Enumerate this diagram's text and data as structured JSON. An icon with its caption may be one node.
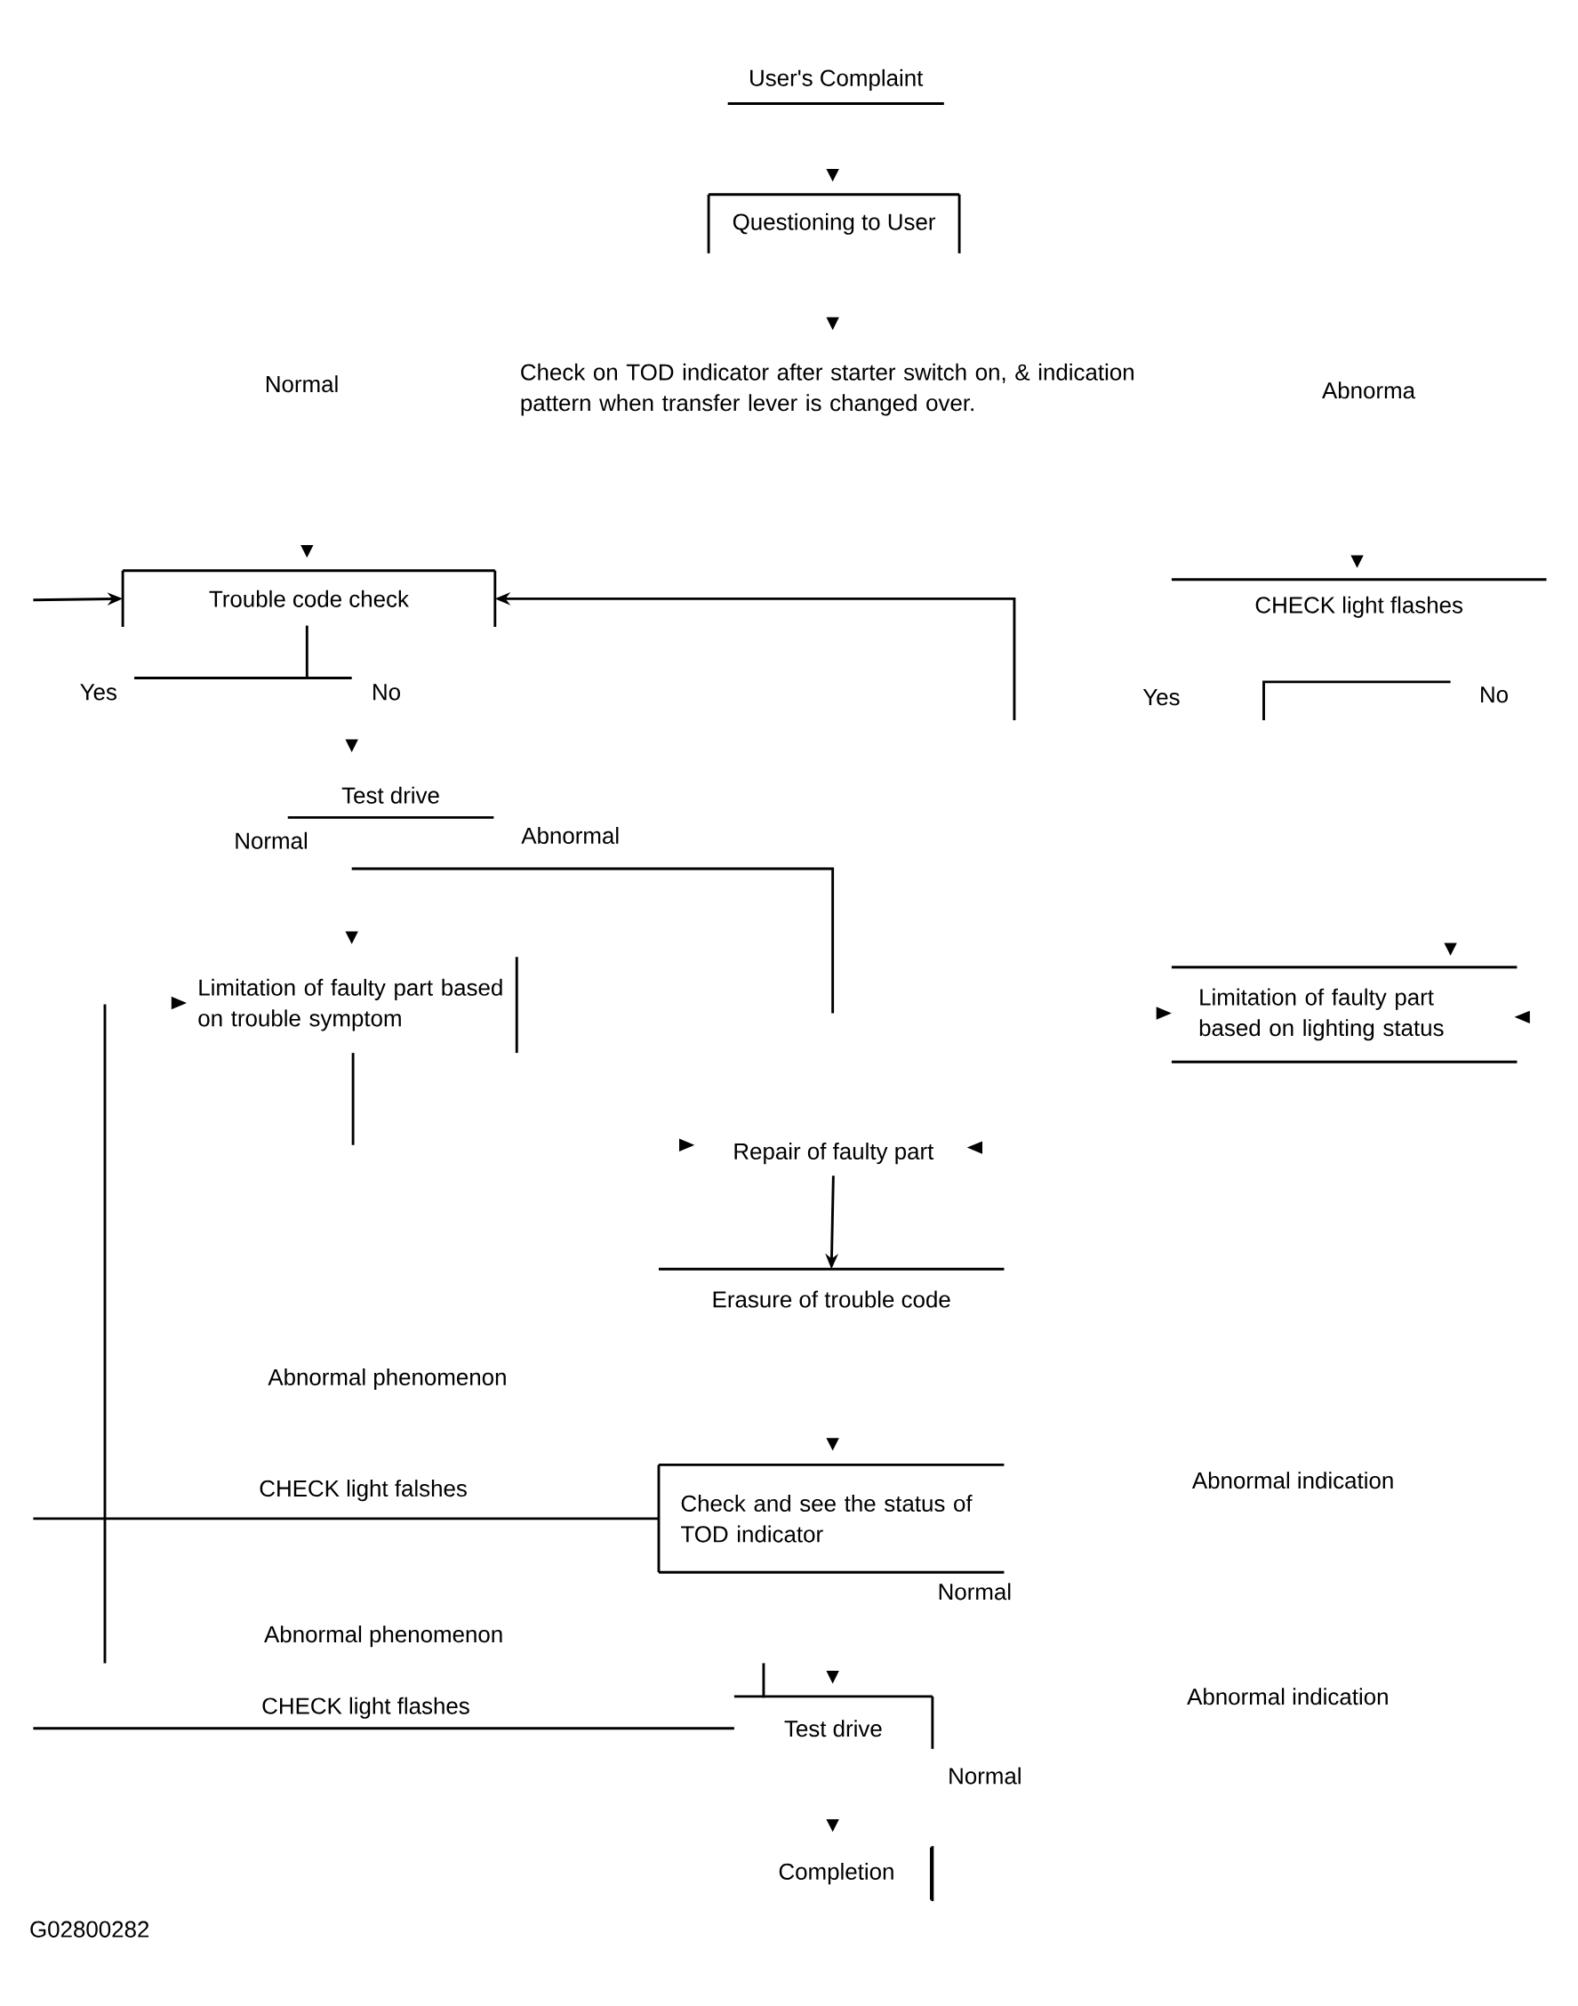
{
  "diagram": {
    "nodes": [
      {
        "text": [
          "User's Complaint"
        ]
      },
      {
        "text": [
          "Questioning to User"
        ]
      },
      {
        "text": [
          "Check on TOD indicator after starter switch on, & indication pattern when transfer lever is changed over."
        ]
      },
      {
        "text": [
          "Trouble code check"
        ]
      },
      {
        "text": [
          "CHECK light flashes"
        ]
      },
      {
        "text": [
          "Test drive"
        ]
      },
      {
        "text": [
          "Limitation of faulty part based on trouble symptom"
        ]
      },
      {
        "text": [
          "Limitation of faulty part based on lighting status"
        ]
      },
      {
        "text": [
          "Repair of faulty part"
        ]
      },
      {
        "text": [
          "Erasure of trouble code"
        ]
      },
      {
        "text": [
          "Check and see the status of TOD indicator"
        ]
      },
      {
        "text": [
          "Test drive"
        ]
      },
      {
        "text": [
          "Completion"
        ]
      }
    ],
    "edges": [
      {
        "from": 8,
        "to": 9,
        "arrow": "to"
      },
      {
        "from": null,
        "to": 3,
        "arrow": "to"
      },
      {
        "from": null,
        "to": 3,
        "arrow": "to"
      },
      {
        "from": null,
        "to": 10,
        "arrow": "none"
      },
      {
        "from": null,
        "to": 11,
        "arrow": "none"
      }
    ],
    "labels": [
      "Normal",
      "Abnorma",
      "Yes",
      "No",
      "Yes",
      "No",
      "Normal",
      "Abnormal",
      "Abnormal phenomenon",
      "CHECK light falshes",
      "Abnormal indication",
      "Normal",
      "Abnormal phenomenon",
      "CHECK light flashes",
      "Abnormal indication",
      "Normal",
      "G02800282"
    ]
  }
}
